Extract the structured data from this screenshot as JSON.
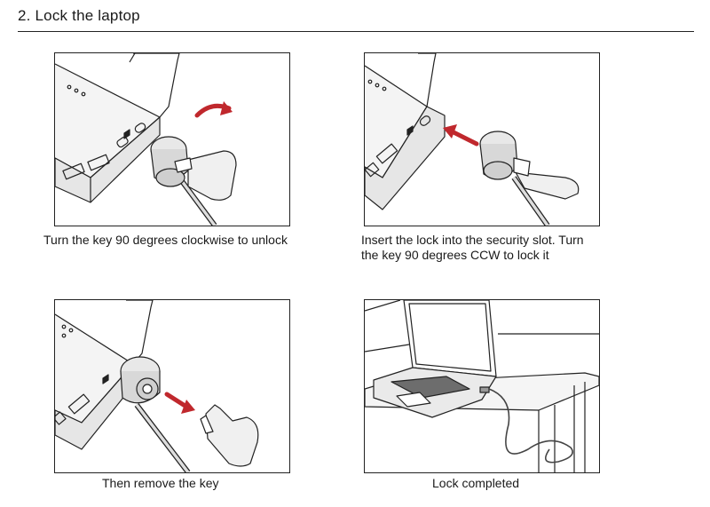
{
  "document": {
    "section_number": "2.",
    "section_title": "Lock the laptop"
  },
  "steps": [
    {
      "caption": "Turn the key 90 degrees clockwise to unlock",
      "illustration": "laptop-side-lock-key-turn",
      "arrow_color": "#c0282d"
    },
    {
      "caption_line1": "Insert the lock into the security slot. Turn",
      "caption_line2": "the key 90 degrees CCW to lock it",
      "illustration": "laptop-side-lock-insert",
      "arrow_color": "#c0282d"
    },
    {
      "caption": "Then remove the key",
      "illustration": "laptop-side-key-remove",
      "arrow_color": "#c0282d"
    },
    {
      "caption": "Lock completed",
      "illustration": "laptop-on-desk-locked"
    }
  ]
}
